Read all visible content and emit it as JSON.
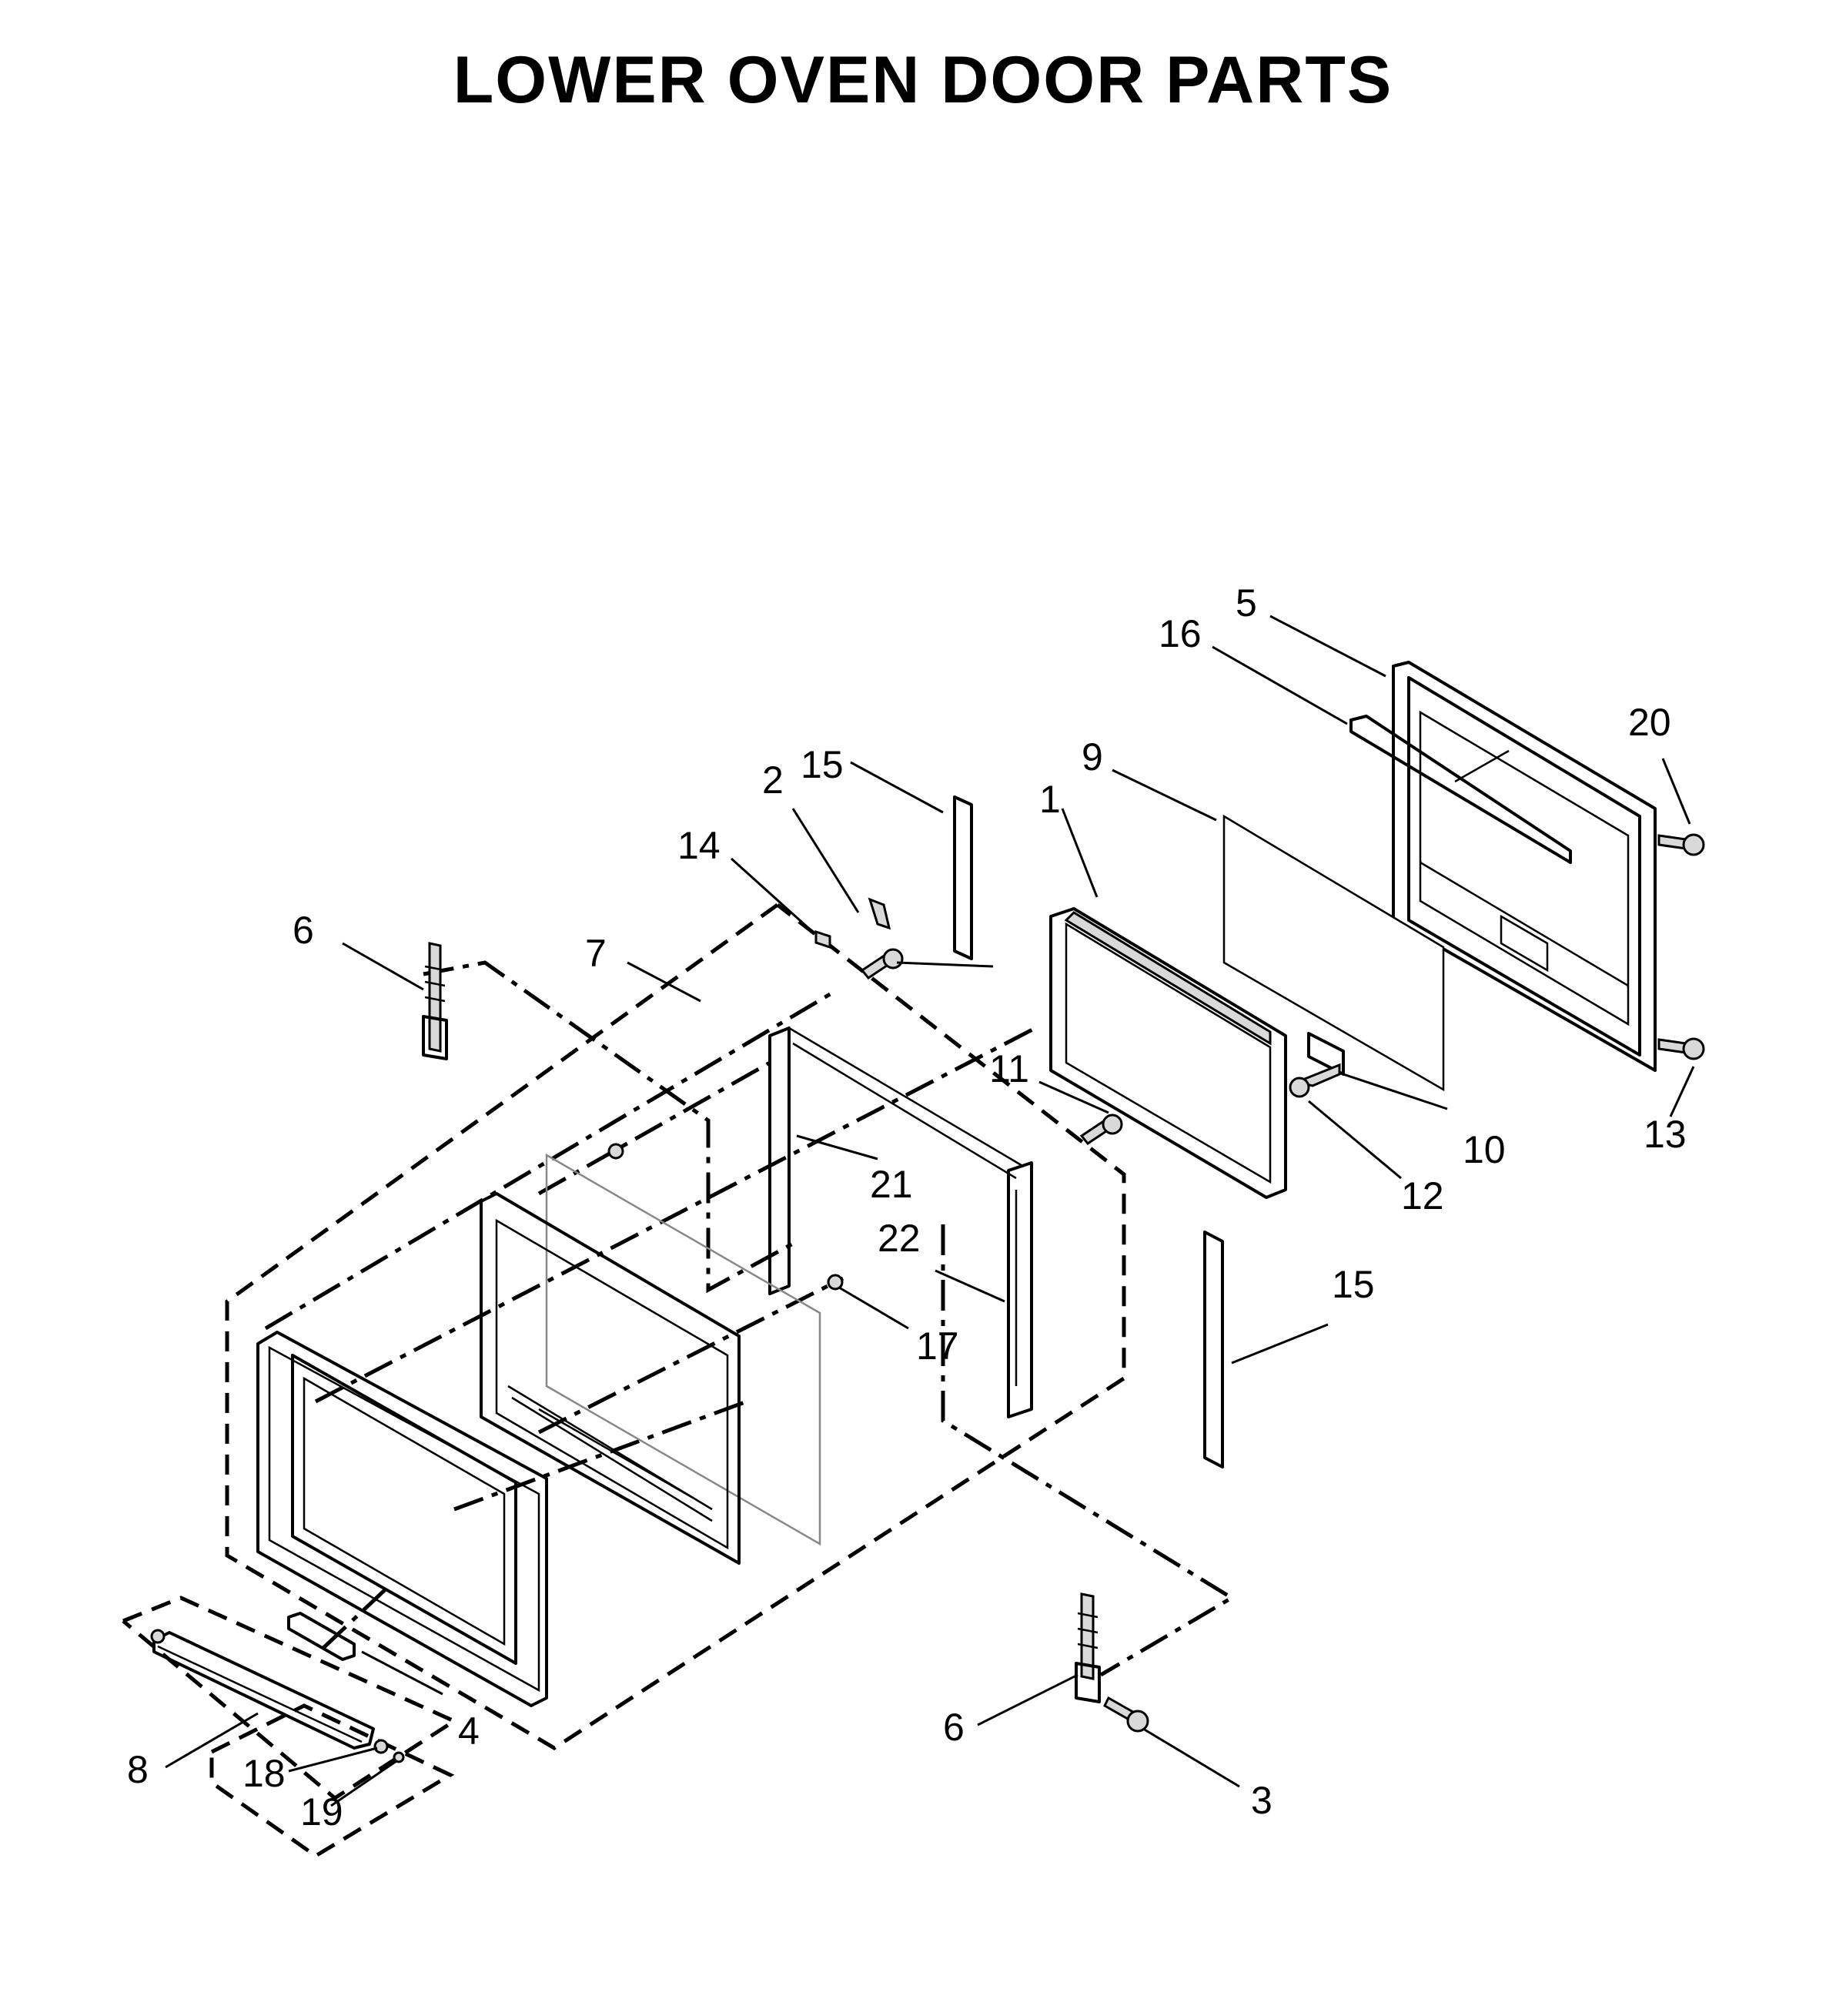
{
  "title": "LOWER OVEN DOOR PARTS",
  "callouts": [
    "5",
    "16",
    "20",
    "15",
    "9",
    "1",
    "2",
    "14",
    "6",
    "7",
    "11",
    "21",
    "10",
    "13",
    "12",
    "22",
    "15",
    "17",
    "4",
    "8",
    "18",
    "19",
    "6",
    "3"
  ]
}
